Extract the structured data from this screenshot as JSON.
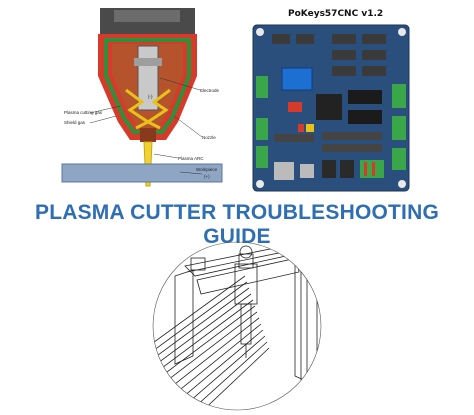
{
  "guide_title": "PLASMA CUTTER TROUBLESHOOTING GUIDE",
  "board": {
    "title": "PoKeys57CNC v1.2"
  },
  "torch_diagram": {
    "labels": {
      "electrode": "Electrode",
      "plasma_cutting_gas": "Plasma cutting gas",
      "shield_gas": "Shield gas",
      "nozzle": "Nozzle",
      "plasma_arc": "Plasma ARC",
      "workpiece": "Workpiece",
      "workpiece_sign": "(+)",
      "electrode_sign": "(-)"
    }
  },
  "colors": {
    "title_blue": "#2e6fb3",
    "board_blue": "#2b4f7d",
    "torch_copper": "#b5532c",
    "torch_green": "#2f8f3a",
    "workpiece_blue": "#8ea6c4"
  }
}
